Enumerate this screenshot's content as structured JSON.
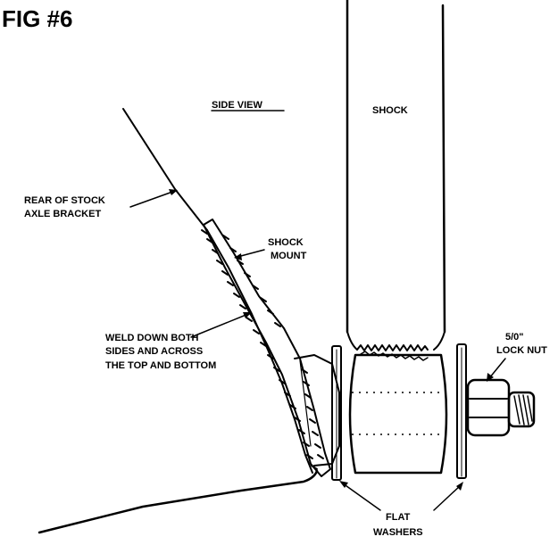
{
  "figure": {
    "title": "FIG #6",
    "view_title": "SIDE VIEW",
    "labels": {
      "shock": "SHOCK",
      "rear_bracket_line1": "REAR OF STOCK",
      "rear_bracket_line2": "AXLE BRACKET",
      "shock_mount_line1": "SHOCK",
      "shock_mount_line2": "MOUNT",
      "weld_line1": "WELD DOWN BOTH",
      "weld_line2": "SIDES AND ACROSS",
      "weld_line3": "THE TOP AND BOTTOM",
      "nut_size": "5/0\"",
      "lock_nut": "LOCK NUT",
      "flat_line1": "FLAT",
      "flat_line2": "WASHERS"
    }
  }
}
